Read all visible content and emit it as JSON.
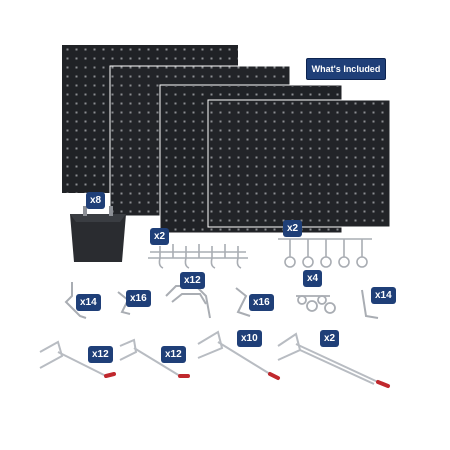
{
  "badge": {
    "label": "What's Included"
  },
  "quantities": {
    "bin": "x8",
    "rack_left": "x2",
    "rack_right": "x2",
    "hook_a": "x14",
    "hook_b": "x16",
    "hook_c": "x12",
    "hook_d": "x16",
    "clips": "x4",
    "hook_e": "x14",
    "peg_1": "x12",
    "peg_2": "x12",
    "peg_3": "x10",
    "peg_4": "x2"
  },
  "colors": {
    "pegboard": "#202226",
    "hole": "#8a8c90",
    "badge": "#1f3f78",
    "metal": "#b8bcc2",
    "tip": "#c0282d"
  }
}
